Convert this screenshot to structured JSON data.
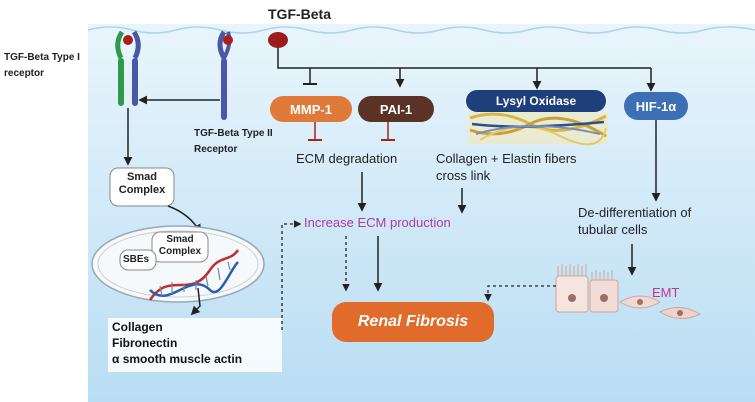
{
  "title": "TGF-Beta",
  "labels": {
    "type1_receptor": [
      "TGF-Beta Type I",
      "receptor"
    ],
    "type2_receptor": [
      "TGF-Beta Type II",
      "Receptor"
    ],
    "smad_complex": [
      "Smad",
      "Complex"
    ],
    "nuclear_smad": [
      "Smad",
      "Complex"
    ],
    "sbes": "SBEs",
    "gene_products": [
      "Collagen",
      "Fibronectin",
      "α smooth muscle actin"
    ],
    "mmp1": "MMP-1",
    "pai1": "PAI-1",
    "lysyl_oxidase": "Lysyl Oxidase",
    "hif1a": "HIF-1α",
    "ecm_degradation": "ECM degradation",
    "collagen_elastin": [
      "Collagen + Elastin fibers",
      "cross link"
    ],
    "increase_ecm": "Increase ECM production",
    "dedifferentiation": [
      "De-differentiation of",
      "tubular cells"
    ],
    "emt": "EMT",
    "renal_fibrosis": "Renal Fibrosis"
  },
  "colors": {
    "mmp1": "#e07a3a",
    "pai1": "#5a3326",
    "lysyl_oxidase": "#1f3f7a",
    "hif1a": "#3d6fb5",
    "renal_fibrosis": "#e06b2a",
    "highlight_text": "#b03aa0",
    "emt": "#c2368f",
    "water": "#cfe8f7"
  }
}
